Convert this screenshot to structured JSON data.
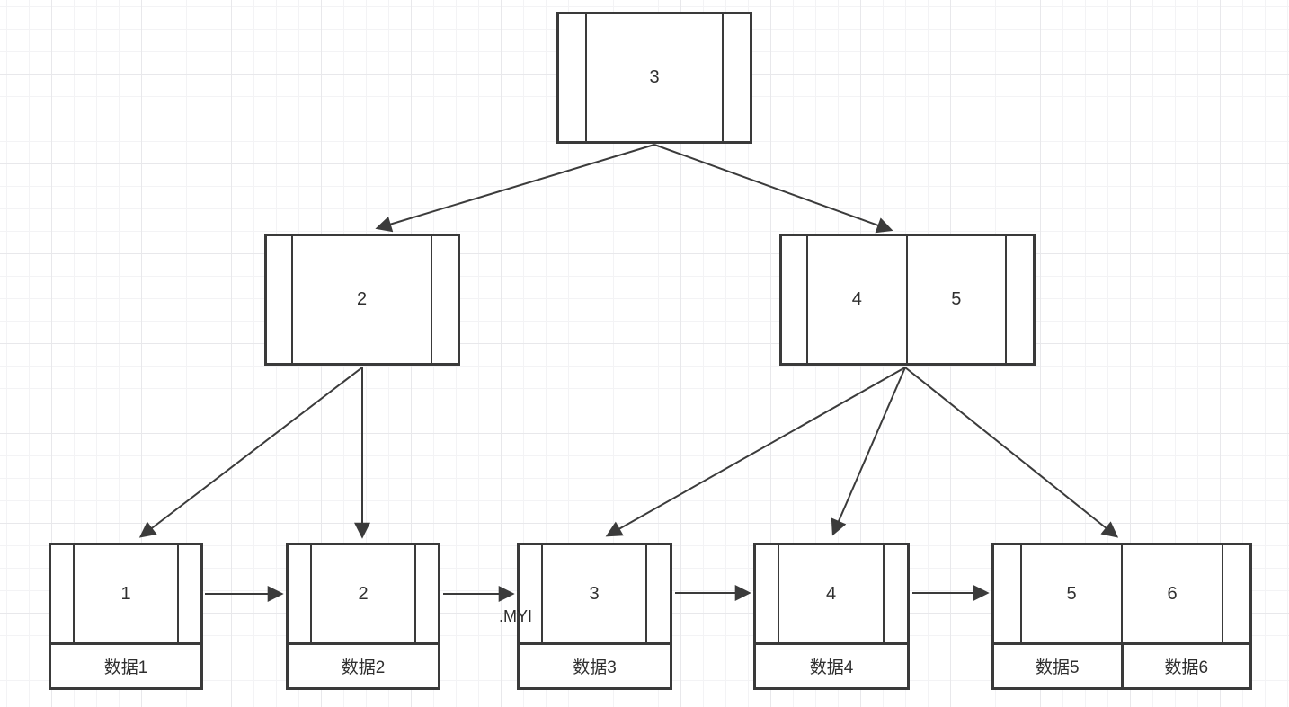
{
  "diagram": {
    "type": "bplus-tree",
    "annotation": ".MYI",
    "root": {
      "keys": [
        "3"
      ]
    },
    "internal_left": {
      "keys": [
        "2"
      ]
    },
    "internal_right": {
      "keys": [
        "4",
        "5"
      ]
    },
    "leaves": [
      {
        "keys": [
          "1"
        ],
        "data": [
          "数据1"
        ]
      },
      {
        "keys": [
          "2"
        ],
        "data": [
          "数据2"
        ]
      },
      {
        "keys": [
          "3"
        ],
        "data": [
          "数据3"
        ]
      },
      {
        "keys": [
          "4"
        ],
        "data": [
          "数据4"
        ]
      },
      {
        "keys": [
          "5",
          "6"
        ],
        "data": [
          "数据5",
          "数据6"
        ]
      }
    ],
    "edges": [
      {
        "from": "root",
        "to": "internal-left"
      },
      {
        "from": "root",
        "to": "internal-right"
      },
      {
        "from": "internal-left",
        "to": "leaf-1"
      },
      {
        "from": "internal-left",
        "to": "leaf-2"
      },
      {
        "from": "internal-right",
        "to": "leaf-3"
      },
      {
        "from": "internal-right",
        "to": "leaf-4"
      },
      {
        "from": "internal-right",
        "to": "leaf-5-6"
      },
      {
        "from": "leaf-1",
        "to": "leaf-2"
      },
      {
        "from": "leaf-2",
        "to": "leaf-3"
      },
      {
        "from": "leaf-3",
        "to": "leaf-4"
      },
      {
        "from": "leaf-4",
        "to": "leaf-5-6"
      }
    ],
    "colors": {
      "stroke": "#3b3b3b",
      "background": "#ffffff",
      "grid_minor": "#f3f3f5",
      "grid_major": "#e8e8eb"
    }
  }
}
